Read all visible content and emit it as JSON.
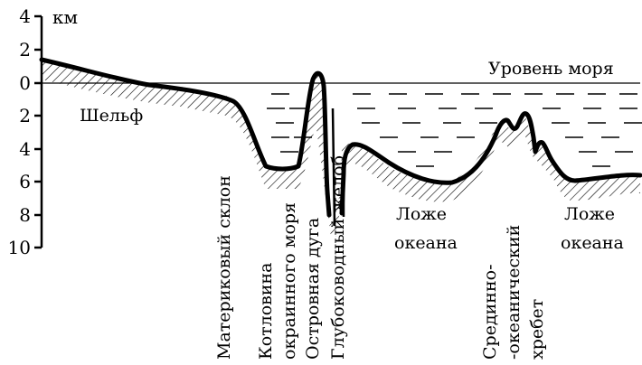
{
  "axis": {
    "unit": "км",
    "ticks": [
      "4",
      "2",
      "0",
      "2",
      "4",
      "6",
      "8",
      "10"
    ]
  },
  "labels": {
    "sea_level": "Уровень моря",
    "shelf": "Шельф",
    "continental_slope": "Материковый склон",
    "marginal_basin_1": "Котловина",
    "marginal_basin_2": "окраинного моря",
    "island_arc": "Островная дуга",
    "trench": "Глубоководный желоб",
    "ocean_floor_1a": "Ложе",
    "ocean_floor_1b": "океана",
    "ridge_1": "Срединно-",
    "ridge_2": "-океанический",
    "ridge_3": "хребет",
    "ocean_floor_2a": "Ложе",
    "ocean_floor_2b": "океана"
  }
}
